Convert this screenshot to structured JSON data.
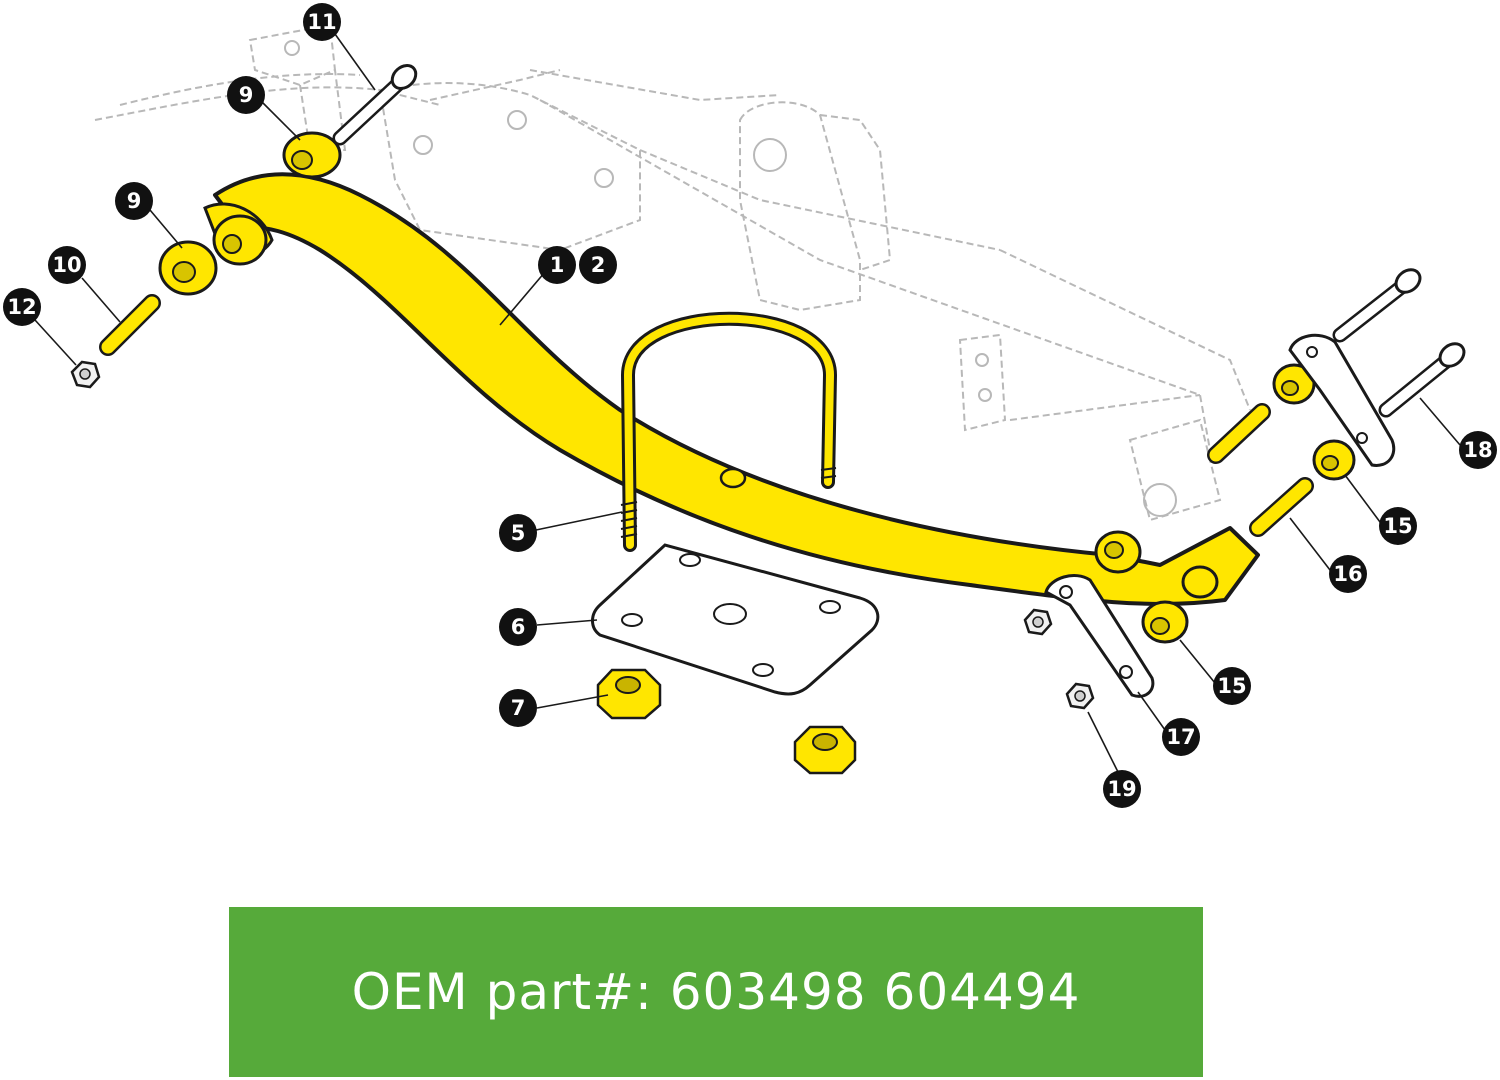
{
  "colors": {
    "part_highlight": "#ffe600",
    "part_outline": "#1a1a1a",
    "frame_line": "#b5b5b5",
    "callout_bg": "#111111",
    "callout_text": "#ffffff",
    "banner_bg": "#56aa3a",
    "banner_text": "#ffffff"
  },
  "callouts": [
    {
      "id": "c11",
      "number": "11"
    },
    {
      "id": "c9a",
      "number": "9"
    },
    {
      "id": "c9b",
      "number": "9"
    },
    {
      "id": "c10",
      "number": "10"
    },
    {
      "id": "c12",
      "number": "12"
    },
    {
      "id": "c1",
      "number": "1"
    },
    {
      "id": "c2",
      "number": "2"
    },
    {
      "id": "c5",
      "number": "5"
    },
    {
      "id": "c6",
      "number": "6"
    },
    {
      "id": "c7",
      "number": "7"
    },
    {
      "id": "c15a",
      "number": "15"
    },
    {
      "id": "c15b",
      "number": "15"
    },
    {
      "id": "c16",
      "number": "16"
    },
    {
      "id": "c17",
      "number": "17"
    },
    {
      "id": "c18",
      "number": "18"
    },
    {
      "id": "c19",
      "number": "19"
    }
  ],
  "banner": {
    "text": "OEM part#: 603498 604494"
  }
}
